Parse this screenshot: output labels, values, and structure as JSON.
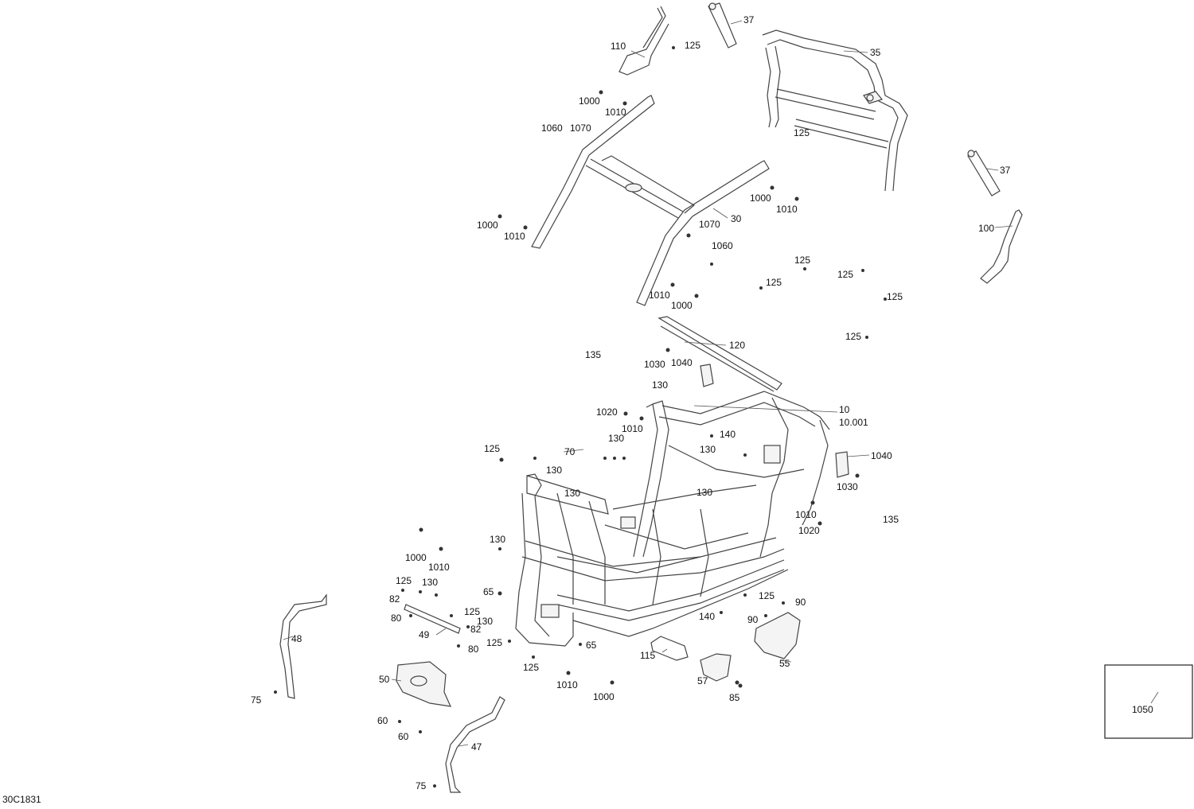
{
  "diagram": {
    "drawing_code": "30C1831",
    "inset_label": "1050",
    "callouts": [
      {
        "id": "c1",
        "text": "37"
      },
      {
        "id": "c2",
        "text": "110"
      },
      {
        "id": "c3",
        "text": "125"
      },
      {
        "id": "c4",
        "text": "35"
      },
      {
        "id": "c5",
        "text": "1000"
      },
      {
        "id": "c6",
        "text": "1010"
      },
      {
        "id": "c7",
        "text": "1060"
      },
      {
        "id": "c8",
        "text": "1070"
      },
      {
        "id": "c9",
        "text": "125"
      },
      {
        "id": "c10",
        "text": "37"
      },
      {
        "id": "c11",
        "text": "1000"
      },
      {
        "id": "c12",
        "text": "1010"
      },
      {
        "id": "c13",
        "text": "1000"
      },
      {
        "id": "c14",
        "text": "1010"
      },
      {
        "id": "c15",
        "text": "30"
      },
      {
        "id": "c16",
        "text": "1070"
      },
      {
        "id": "c17",
        "text": "100"
      },
      {
        "id": "c18",
        "text": "1060"
      },
      {
        "id": "c19",
        "text": "125"
      },
      {
        "id": "c20",
        "text": "125"
      },
      {
        "id": "c21",
        "text": "125"
      },
      {
        "id": "c22",
        "text": "1010"
      },
      {
        "id": "c23",
        "text": "1000"
      },
      {
        "id": "c24",
        "text": "125"
      },
      {
        "id": "c25",
        "text": "125"
      },
      {
        "id": "c26",
        "text": "120"
      },
      {
        "id": "c27",
        "text": "135"
      },
      {
        "id": "c28",
        "text": "1030"
      },
      {
        "id": "c29",
        "text": "1040"
      },
      {
        "id": "c30",
        "text": "130"
      },
      {
        "id": "c31",
        "text": "1020"
      },
      {
        "id": "c32",
        "text": "10"
      },
      {
        "id": "c33",
        "text": "10.001"
      },
      {
        "id": "c34",
        "text": "1010"
      },
      {
        "id": "c35",
        "text": "130"
      },
      {
        "id": "c36",
        "text": "140"
      },
      {
        "id": "c37",
        "text": "130"
      },
      {
        "id": "c38",
        "text": "125"
      },
      {
        "id": "c39",
        "text": "70"
      },
      {
        "id": "c40",
        "text": "1040"
      },
      {
        "id": "c41",
        "text": "130"
      },
      {
        "id": "c42",
        "text": "1030"
      },
      {
        "id": "c43",
        "text": "130"
      },
      {
        "id": "c44",
        "text": "130"
      },
      {
        "id": "c45",
        "text": "1010"
      },
      {
        "id": "c46",
        "text": "135"
      },
      {
        "id": "c47",
        "text": "1020"
      },
      {
        "id": "c48",
        "text": "130"
      },
      {
        "id": "c49",
        "text": "1000"
      },
      {
        "id": "c50",
        "text": "1010"
      },
      {
        "id": "c51",
        "text": "125"
      },
      {
        "id": "c52",
        "text": "130"
      },
      {
        "id": "c53",
        "text": "65"
      },
      {
        "id": "c54",
        "text": "82"
      },
      {
        "id": "c55",
        "text": "125"
      },
      {
        "id": "c56",
        "text": "90"
      },
      {
        "id": "c57",
        "text": "80"
      },
      {
        "id": "c58",
        "text": "125"
      },
      {
        "id": "c59",
        "text": "130"
      },
      {
        "id": "c60",
        "text": "140"
      },
      {
        "id": "c61",
        "text": "90"
      },
      {
        "id": "c62",
        "text": "48"
      },
      {
        "id": "c63",
        "text": "49"
      },
      {
        "id": "c64",
        "text": "82"
      },
      {
        "id": "c65",
        "text": "125"
      },
      {
        "id": "c66",
        "text": "65"
      },
      {
        "id": "c67",
        "text": "80"
      },
      {
        "id": "c68",
        "text": "115"
      },
      {
        "id": "c69",
        "text": "55"
      },
      {
        "id": "c70",
        "text": "125"
      },
      {
        "id": "c71",
        "text": "50"
      },
      {
        "id": "c72",
        "text": "1010"
      },
      {
        "id": "c73",
        "text": "57"
      },
      {
        "id": "c74",
        "text": "1000"
      },
      {
        "id": "c75",
        "text": "85"
      },
      {
        "id": "c76",
        "text": "75"
      },
      {
        "id": "c77",
        "text": "60"
      },
      {
        "id": "c78",
        "text": "60"
      },
      {
        "id": "c79",
        "text": "47"
      },
      {
        "id": "c80",
        "text": "75"
      }
    ]
  }
}
